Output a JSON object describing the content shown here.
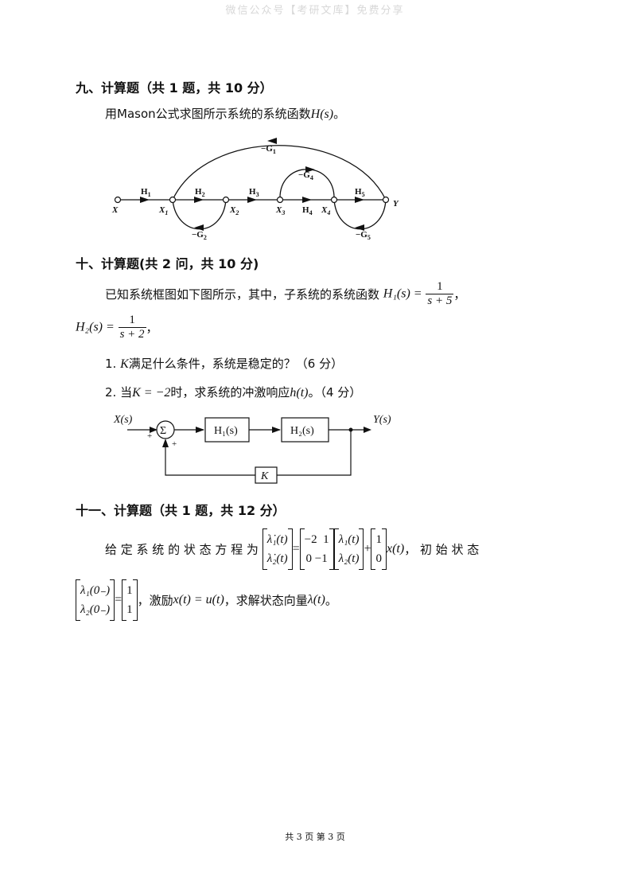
{
  "watermark": "微信公众号【考研文库】免费分享",
  "q9": {
    "heading": "九、计算题（共 1 题，共 10 分）",
    "text_before": "用Mason公式求图所示系统的系统函数",
    "math": "H(s)",
    "text_after": "。",
    "graph": {
      "nodes": [
        "X",
        "X1",
        "X2",
        "X3",
        "X4",
        "Y"
      ],
      "node_labels": {
        "X": "X",
        "X1": "X",
        "X1_sub": "1",
        "X2": "X",
        "X2_sub": "2",
        "X3": "X",
        "X3_sub": "3",
        "X4": "X",
        "X4_sub": "4",
        "Y": "Y"
      },
      "branches": {
        "H1": "H",
        "H1_sub": "1",
        "H2": "H",
        "H2_sub": "2",
        "H3": "H",
        "H3_sub": "3",
        "H4": "H",
        "H4_sub": "4",
        "H5": "H",
        "H5_sub": "5",
        "G1": "−G",
        "G1_sub": "1",
        "G2": "−G",
        "G2_sub": "2",
        "G4": "−G",
        "G4_sub": "4",
        "G5": "−G",
        "G5_sub": "5"
      }
    }
  },
  "q10": {
    "heading": "十、计算题(共 2 问，共 10 分)",
    "intro": "已知系统框图如下图所示，其中，子系统的系统函数",
    "h1_lhs": "H₁(s) =",
    "h1_num": "1",
    "h1_den": "s + 5",
    "comma": "，",
    "h2_lhs": "H₂(s) =",
    "h2_num": "1",
    "h2_den": "s + 2",
    "item1_a": "1. ",
    "item1_k": "K",
    "item1_b": "满足什么条件，系统是稳定的？（6 分）",
    "item2_a": "2. 当",
    "item2_math": "K = −2",
    "item2_b": "时，求系统的冲激响应",
    "item2_h": "h(t)",
    "item2_c": "。（4 分）",
    "diagram": {
      "input": "X(s)",
      "output": "Y(s)",
      "sum": "Σ",
      "plus1": "+",
      "plus2": "+",
      "block1": "H₁(s)",
      "block2": "H₂(s)",
      "feedback": "K"
    }
  },
  "q11": {
    "heading": "十一、计算题（共 1 题，共 12 分）",
    "text1": "给 定 系 统 的 状 态 方 程 为",
    "lhs": [
      "λ̇₁(t)",
      "λ̇₂(t)"
    ],
    "eq": "=",
    "A": [
      [
        "−2",
        "1"
      ],
      [
        "0",
        "−1"
      ]
    ],
    "state": [
      "λ₁(t)",
      "λ₂(t)"
    ],
    "plus": "+",
    "B": [
      "1",
      "0"
    ],
    "x": "x(t)",
    "text2": "， 初 始 状 态",
    "init": [
      "λ₁(0₋)",
      "λ₂(0₋)"
    ],
    "init_val": [
      "1",
      "1"
    ],
    "text3": "，激励",
    "excitation": "x(t) = u(t)",
    "text4": "，求解状态向量",
    "lambda": "λ(t)",
    "text5": "。"
  },
  "footer": "共 3 页 第 3 页"
}
